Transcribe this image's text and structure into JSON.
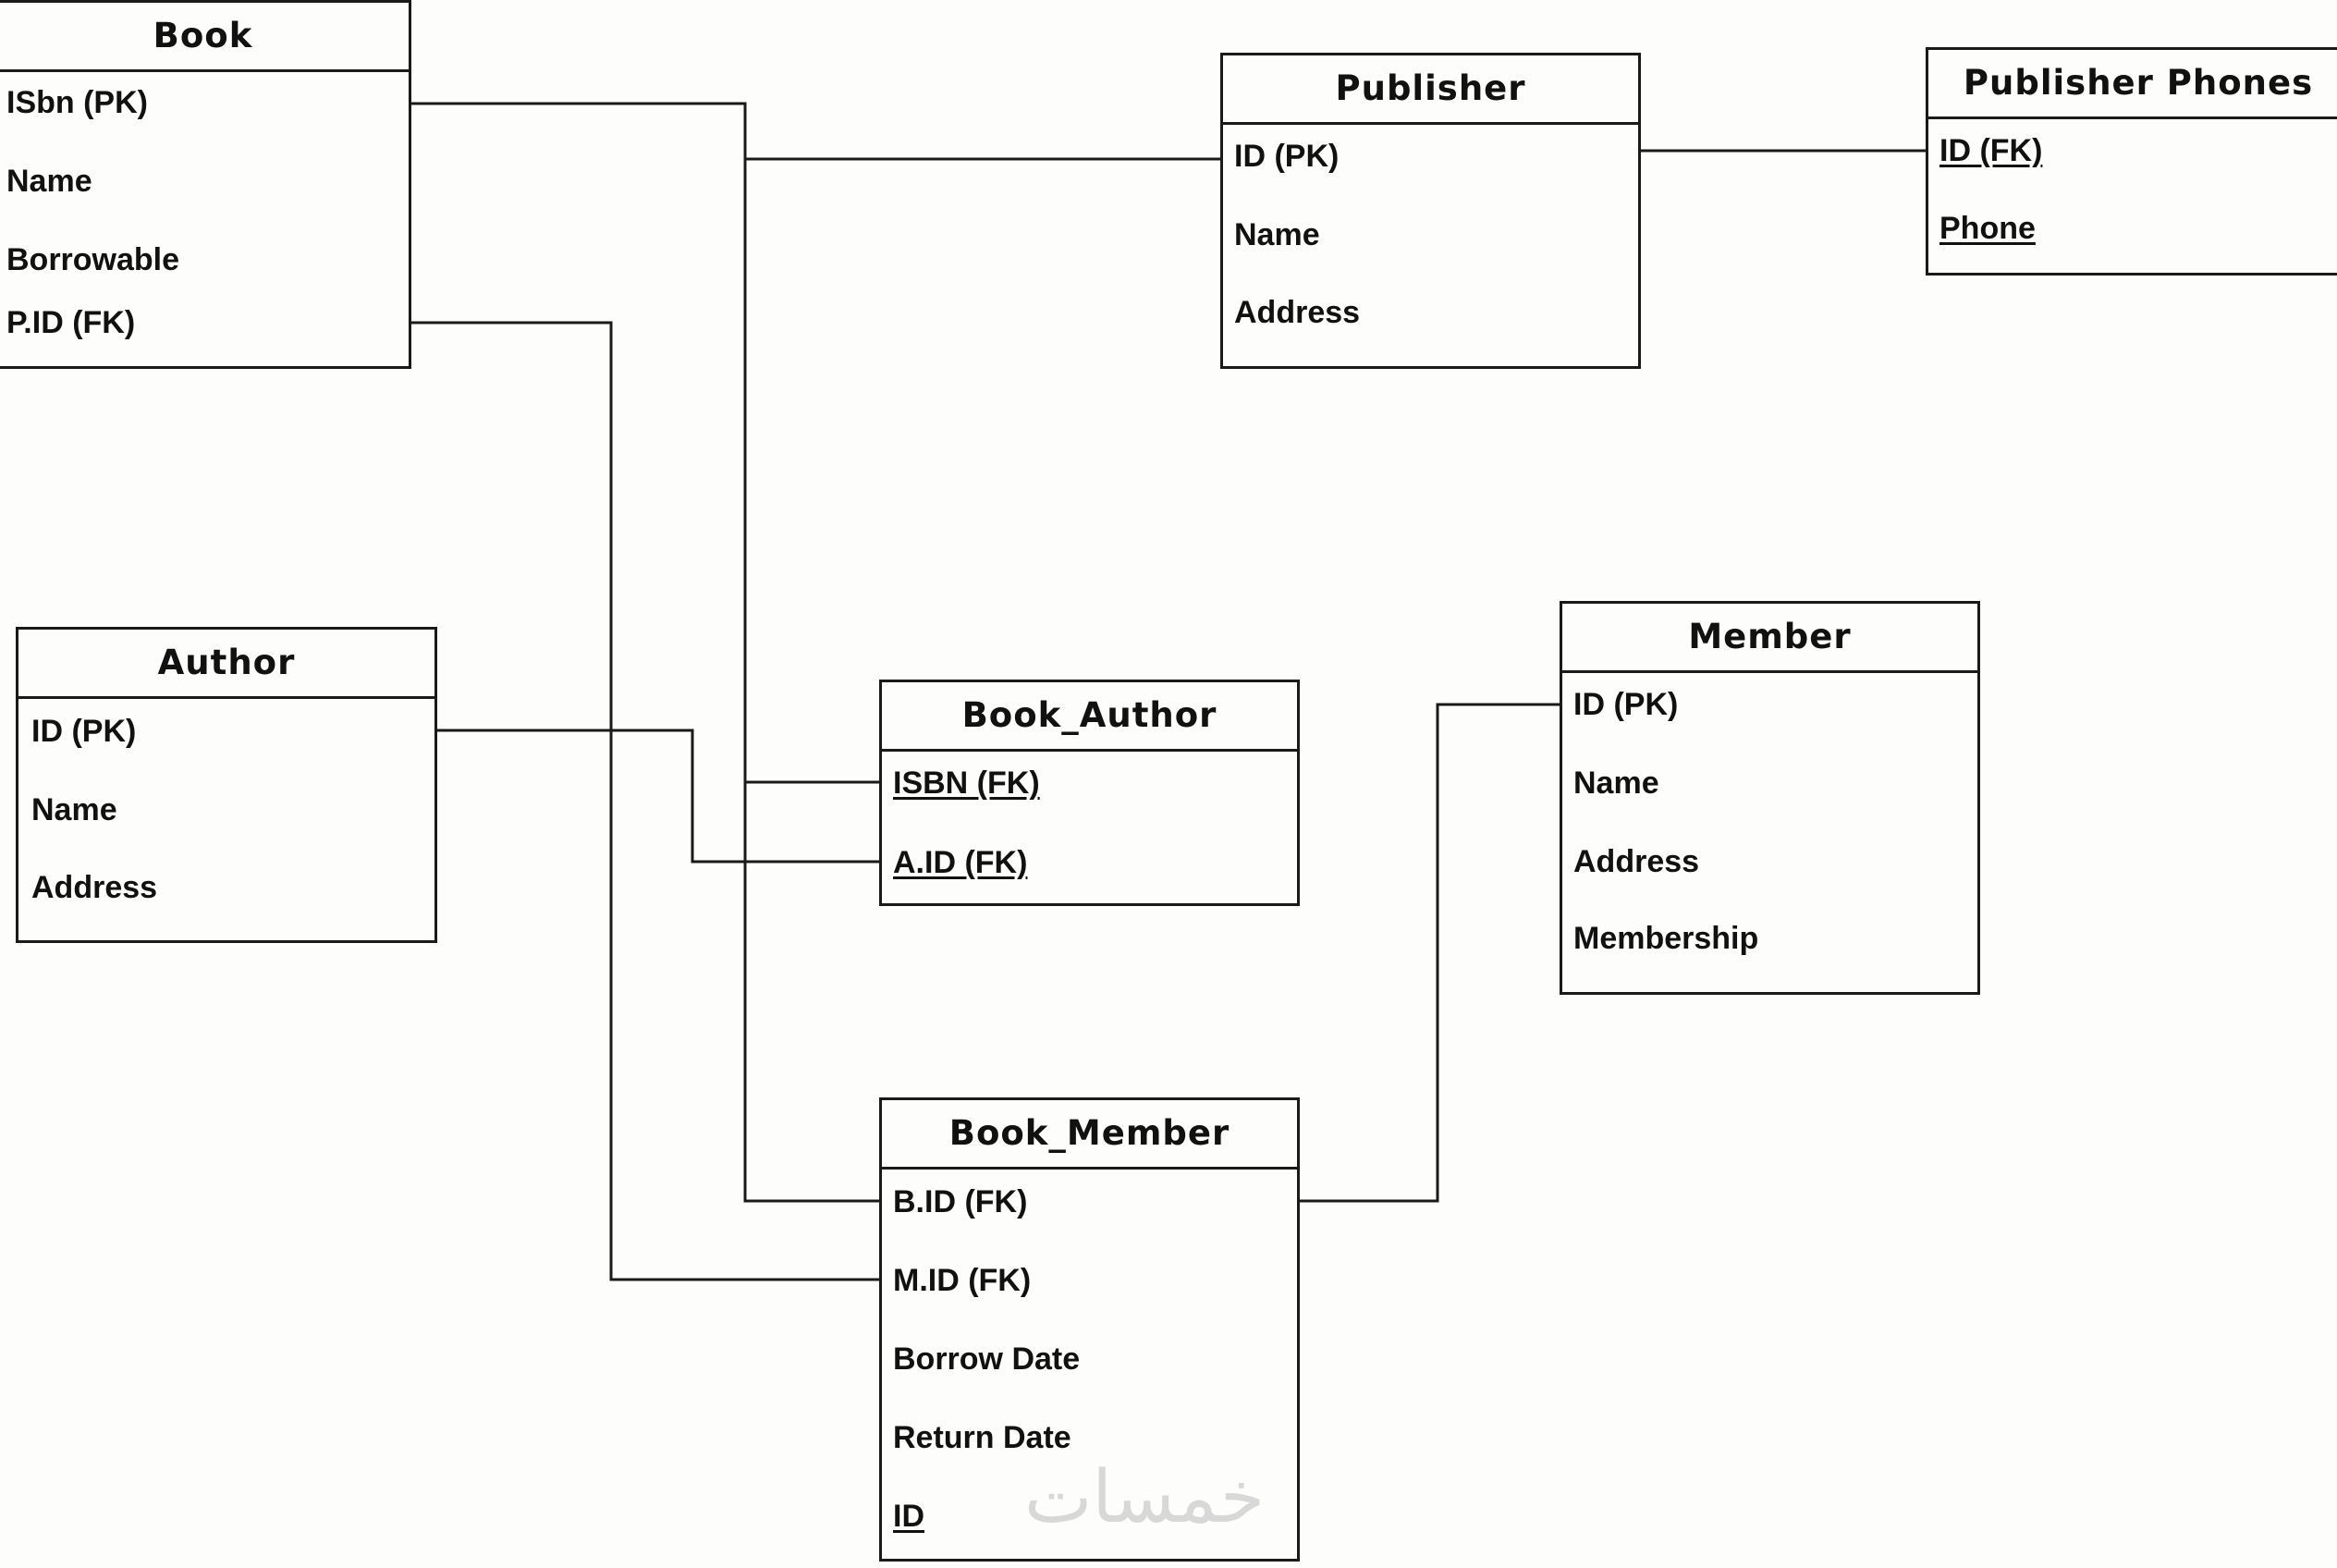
{
  "entities": {
    "book": {
      "title": "Book",
      "attributes": [
        {
          "label": "ISbn (PK)",
          "underlined": false
        },
        {
          "label": "Name",
          "underlined": false
        },
        {
          "label": "Borrowable",
          "underlined": false
        },
        {
          "label": "P.ID (FK)",
          "underlined": false
        }
      ]
    },
    "publisher": {
      "title": "Publisher",
      "attributes": [
        {
          "label": "ID (PK)",
          "underlined": false
        },
        {
          "label": "Name",
          "underlined": false
        },
        {
          "label": "Address",
          "underlined": false
        }
      ]
    },
    "publisher_phones": {
      "title": "Publisher Phones",
      "attributes": [
        {
          "label": "ID (FK)",
          "underlined": true
        },
        {
          "label": "Phone",
          "underlined": true
        }
      ]
    },
    "author": {
      "title": "Author",
      "attributes": [
        {
          "label": "ID (PK)",
          "underlined": false
        },
        {
          "label": "Name",
          "underlined": false
        },
        {
          "label": "Address",
          "underlined": false
        }
      ]
    },
    "book_author": {
      "title": "Book_Author",
      "attributes": [
        {
          "label": "ISBN (FK)",
          "underlined": true
        },
        {
          "label": "A.ID (FK)",
          "underlined": true
        }
      ]
    },
    "member": {
      "title": "Member",
      "attributes": [
        {
          "label": "ID (PK)",
          "underlined": false
        },
        {
          "label": "Name",
          "underlined": false
        },
        {
          "label": "Address",
          "underlined": false
        },
        {
          "label": "Membership",
          "underlined": false
        }
      ]
    },
    "book_member": {
      "title": "Book_Member",
      "attributes": [
        {
          "label": "B.ID (FK)",
          "underlined": false
        },
        {
          "label": "M.ID (FK)",
          "underlined": false
        },
        {
          "label": "Borrow Date",
          "underlined": false
        },
        {
          "label": "Return Date",
          "underlined": false
        },
        {
          "label": "ID",
          "underlined": true
        }
      ]
    }
  },
  "relationships": [
    {
      "from": "Book.ISbn (PK)",
      "to": "Publisher.ID (PK)"
    },
    {
      "from": "Book.ISbn (PK)",
      "to": "Book_Author.ISBN (FK)"
    },
    {
      "from": "Book.ISbn (PK)",
      "to": "Book_Member.B.ID (FK)"
    },
    {
      "from": "Book.P.ID (FK)",
      "to": "Book_Member.M.ID (FK)"
    },
    {
      "from": "Publisher.ID (PK)",
      "to": "Publisher Phones.ID (FK)"
    },
    {
      "from": "Author.ID (PK)",
      "to": "Book_Author.A.ID (FK)"
    },
    {
      "from": "Member.ID (PK)",
      "to": "Book_Member.B.ID (FK)"
    }
  ],
  "watermark": "خمسات",
  "colors": {
    "background": "#fdfdfb",
    "line": "#1a1a1a",
    "text": "#111111",
    "watermark": "#d8d8d8"
  }
}
